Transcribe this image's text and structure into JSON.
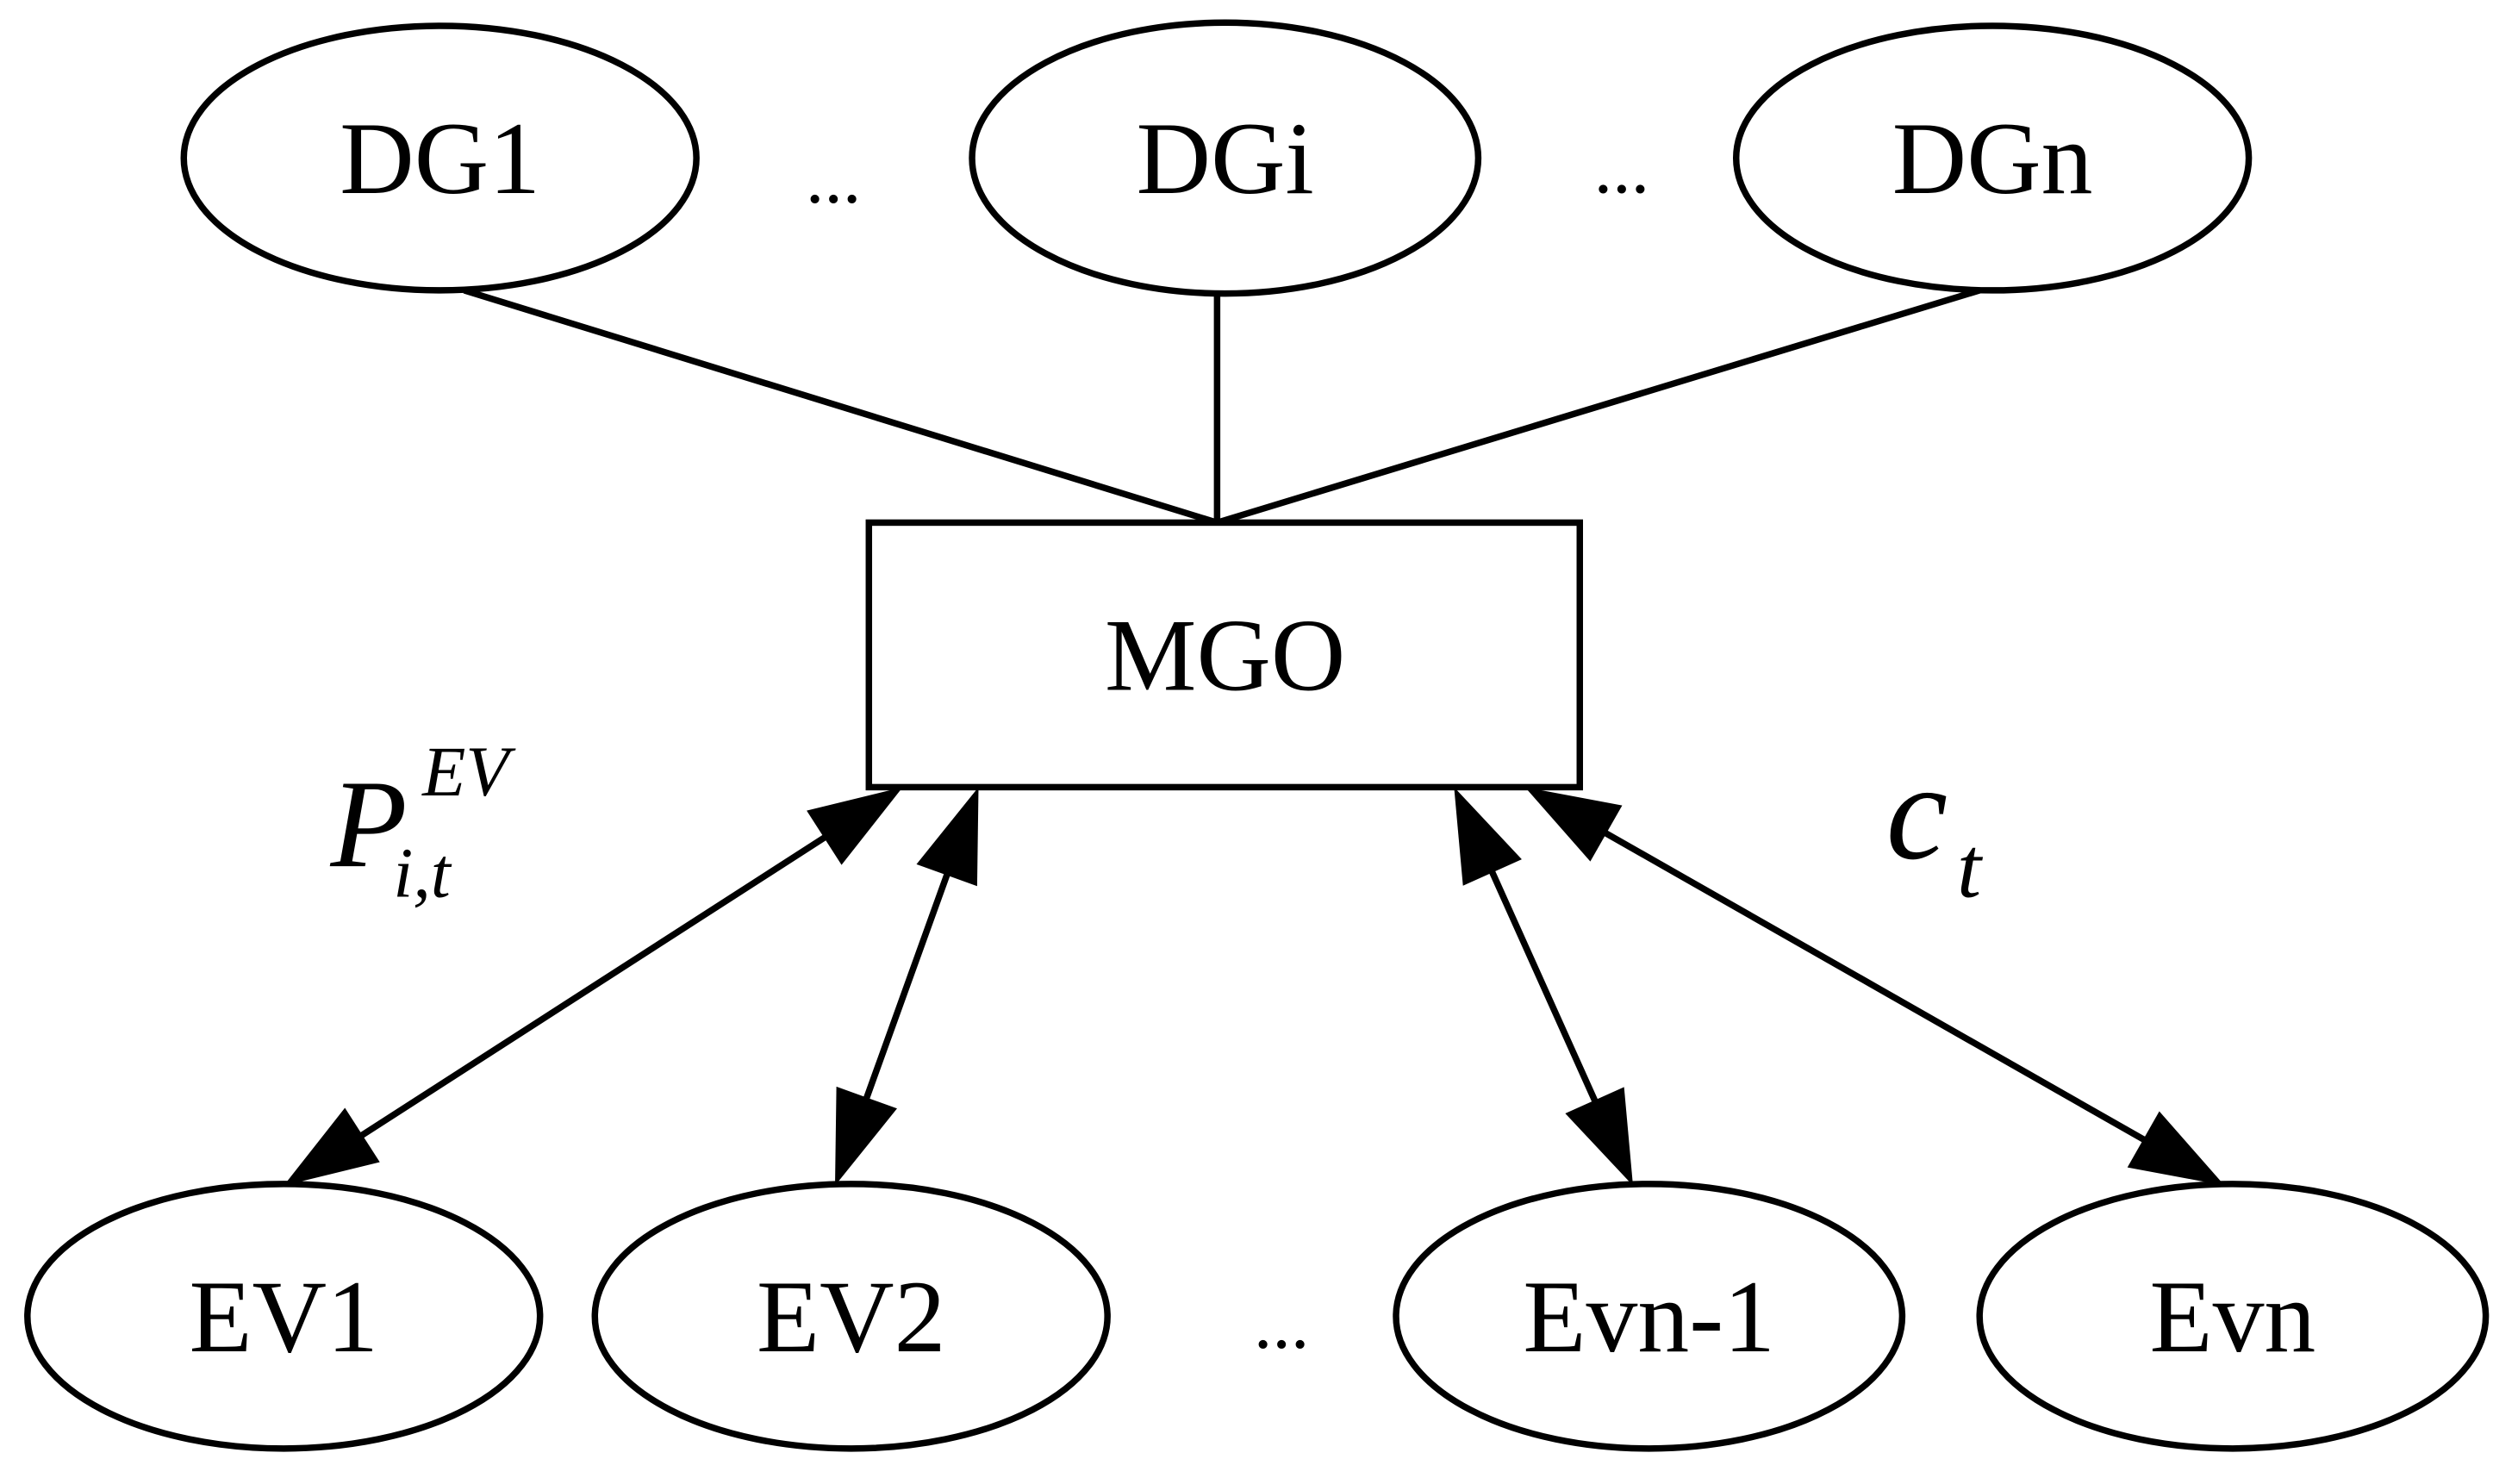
{
  "diagram": {
    "top_nodes": [
      {
        "id": "dg1",
        "label": "DG1"
      },
      {
        "id": "dgi",
        "label": "DGi"
      },
      {
        "id": "dgn",
        "label": "DGn"
      }
    ],
    "center_node": {
      "id": "mgo",
      "label": "MGO"
    },
    "bottom_nodes": [
      {
        "id": "ev1",
        "label": "EV1"
      },
      {
        "id": "ev2",
        "label": "EV2"
      },
      {
        "id": "evn-1",
        "label": "Evn-1"
      },
      {
        "id": "evn",
        "label": "Evn"
      }
    ],
    "ellipses": [
      "...",
      "...",
      "..."
    ],
    "edges": [
      {
        "from": "dg1",
        "to": "mgo",
        "style": "line"
      },
      {
        "from": "dgi",
        "to": "mgo",
        "style": "line"
      },
      {
        "from": "dgn",
        "to": "mgo",
        "style": "line"
      },
      {
        "from": "mgo",
        "to": "ev1",
        "style": "double-arrow"
      },
      {
        "from": "mgo",
        "to": "ev2",
        "style": "double-arrow"
      },
      {
        "from": "mgo",
        "to": "evn-1",
        "style": "double-arrow"
      },
      {
        "from": "mgo",
        "to": "evn",
        "style": "double-arrow"
      }
    ],
    "annotations": {
      "power": {
        "base": "P",
        "subscript": "i,t",
        "superscript": "EV"
      },
      "price": {
        "base": "c",
        "subscript": "t"
      }
    },
    "colors": {
      "stroke": "#000000",
      "fill": "#ffffff"
    }
  }
}
